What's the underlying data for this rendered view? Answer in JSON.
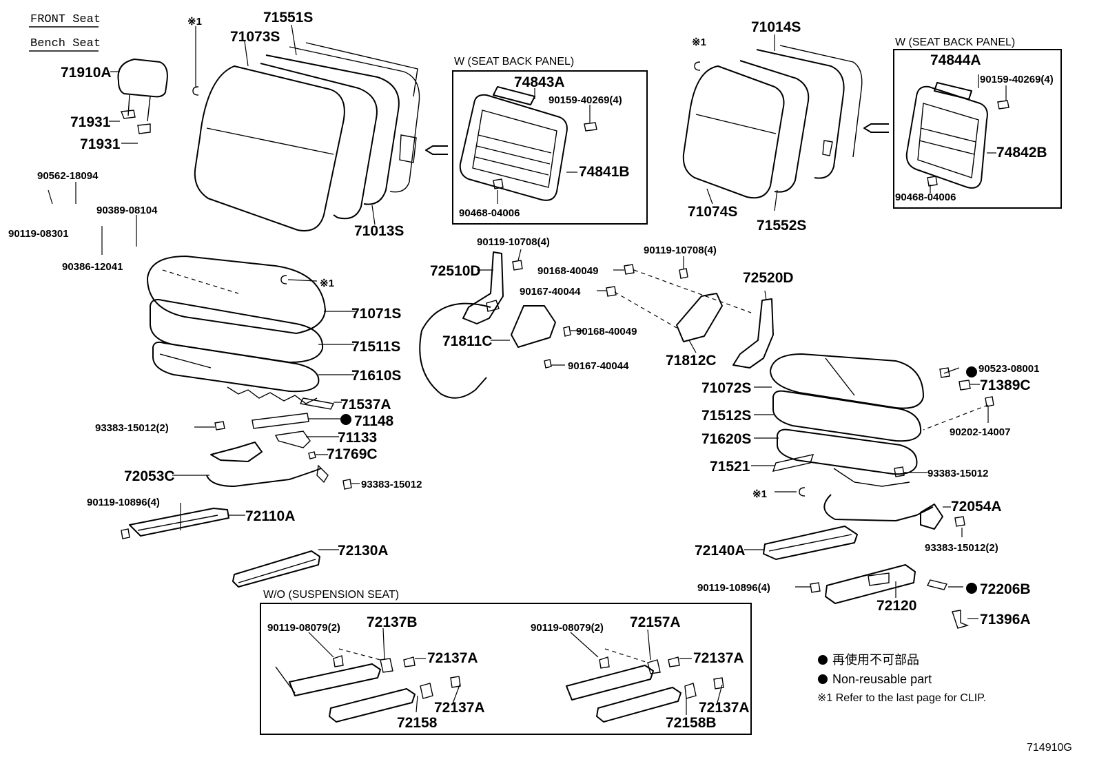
{
  "header": {
    "line1": "FRONT Seat",
    "line2": "Bench Seat"
  },
  "boxes": {
    "seat_back_panel_left": "W (SEAT BACK PANEL)",
    "seat_back_panel_right": "W (SEAT BACK PANEL)",
    "suspension_seat": "W/O (SUSPENSION SEAT)"
  },
  "parts": {
    "clip_top_left": "※1",
    "clip_top_right": "※1",
    "clip_cushion": "※1",
    "clip_right_lower": "※1",
    "p71551S": "71551S",
    "p71073S": "71073S",
    "p71910A": "71910A",
    "p71931_a": "71931",
    "p71931_b": "71931",
    "p90562_18094": "90562-18094",
    "p90389_08104": "90389-08104",
    "p90119_08301": "90119-08301",
    "p90386_12041": "90386-12041",
    "p71013S": "71013S",
    "p74843A": "74843A",
    "p90159_40269_l": "90159-40269(4)",
    "p74841B": "74841B",
    "p90468_04006_l": "90468-04006",
    "p71014S": "71014S",
    "p74844A": "74844A",
    "p90159_40269_r": "90159-40269(4)",
    "p74842B": "74842B",
    "p90468_04006_r": "90468-04006",
    "p71074S": "71074S",
    "p71552S": "71552S",
    "p90119_10708_a": "90119-10708(4)",
    "p90119_10708_b": "90119-10708(4)",
    "p72510D": "72510D",
    "p90168_40049_a": "90168-40049",
    "p90167_40044_a": "90167-40044",
    "p90168_40049_b": "90168-40049",
    "p90167_40044_b": "90167-40044",
    "p71811C": "71811C",
    "p71812C": "71812C",
    "p72520D": "72520D",
    "p71071S": "71071S",
    "p71511S": "71511S",
    "p71610S": "71610S",
    "p71537A": "71537A",
    "p71148": "71148",
    "p93383_15012_2a": "93383-15012(2)",
    "p71133": "71133",
    "p71769C": "71769C",
    "p72053C": "72053C",
    "p93383_15012_a": "93383-15012",
    "p90119_10896_a": "90119-10896(4)",
    "p72110A": "72110A",
    "p72130A": "72130A",
    "p90523_08001": "90523-08001",
    "p71389C": "71389C",
    "p71072S": "71072S",
    "p90202_14007": "90202-14007",
    "p71512S": "71512S",
    "p71620S": "71620S",
    "p71521": "71521",
    "p93383_15012_b": "93383-15012",
    "p72054A": "72054A",
    "p93383_15012_2b": "93383-15012(2)",
    "p72140A": "72140A",
    "p90119_10896_b": "90119-10896(4)",
    "p72206B": "72206B",
    "p72120": "72120",
    "p71396A": "71396A",
    "p90119_08079_a": "90119-08079(2)",
    "p72137B": "72137B",
    "p72137A_1": "72137A",
    "p72137A_2": "72137A",
    "p72158": "72158",
    "p90119_08079_b": "90119-08079(2)",
    "p72157A": "72157A",
    "p72137A_3": "72137A",
    "p72137A_4": "72137A",
    "p72158B": "72158B"
  },
  "legend": {
    "line_ja": "再使用不可部品",
    "line_en": "Non-reusable part",
    "note": "※1  Refer to the last page for CLIP."
  },
  "figure_id": "714910G"
}
